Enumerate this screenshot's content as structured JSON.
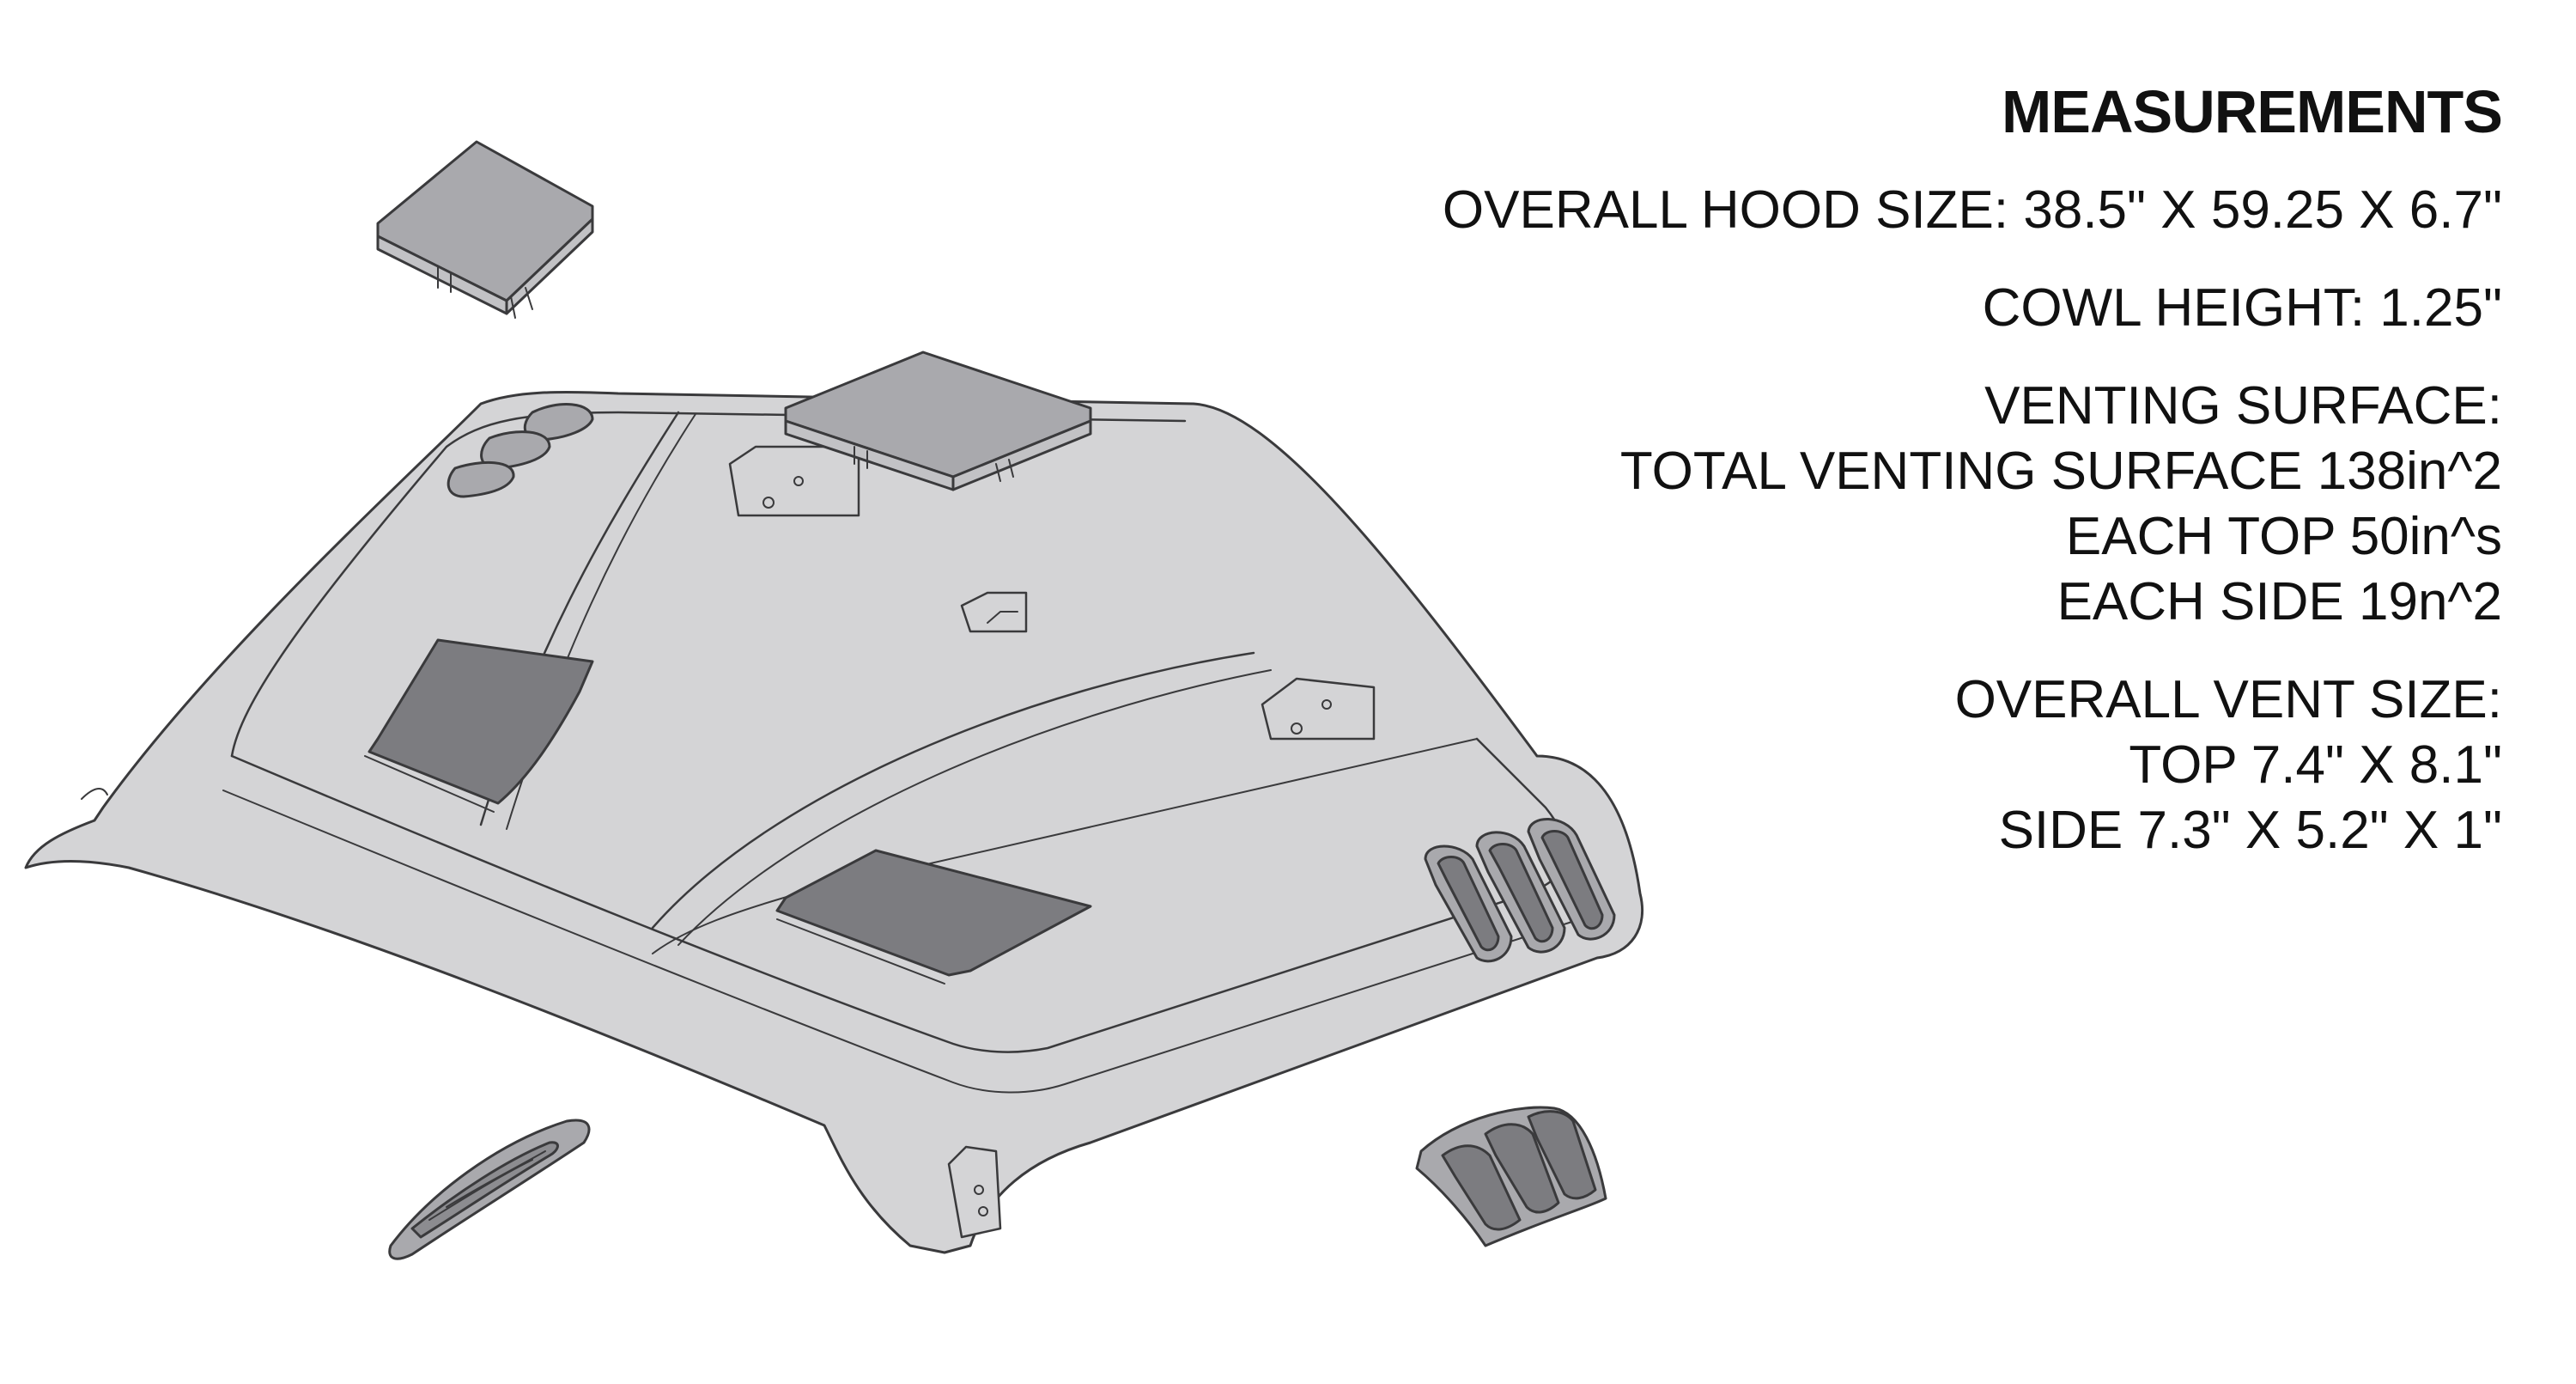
{
  "measurements": {
    "heading": "MEASUREMENTS",
    "overall_hood_size": "OVERALL HOOD SIZE: 38.5\" X 59.25 X 6.7\"",
    "cowl_height": "COWL HEIGHT: 1.25\"",
    "venting_surface": {
      "label": "VENTING SURFACE:",
      "total": "TOTAL VENTING SURFACE 138in^2",
      "each_top": "EACH TOP 50in^s",
      "each_side": "EACH SIDE 19n^2"
    },
    "overall_vent_size": {
      "label": "OVERALL VENT SIZE:",
      "top": "TOP 7.4\" X 8.1\"",
      "side": "SIDE 7.3\" X 5.2\" X 1\""
    }
  },
  "colors": {
    "hood_fill": "#d4d4d6",
    "outline": "#3a3a3c",
    "vent_fill": "#7c7c80",
    "panel_fill": "#a9a9ad"
  }
}
